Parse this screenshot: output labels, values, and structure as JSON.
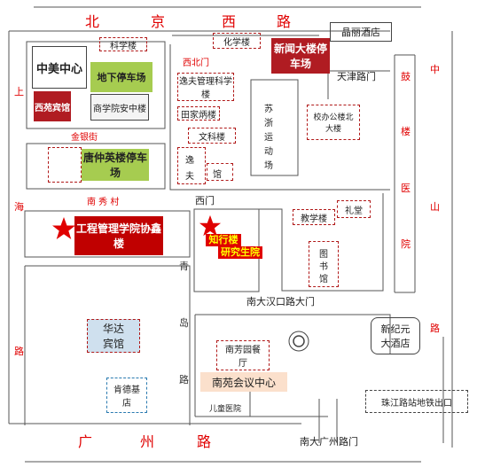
{
  "roads": {
    "north": [
      "北",
      "京",
      "西",
      "路"
    ],
    "south": [
      "广",
      "州",
      "路"
    ],
    "west": [
      "上",
      "海",
      "路"
    ],
    "east_shanghai": [
      "中",
      "山",
      "路"
    ],
    "gulou_hospital": [
      "鼓",
      "楼",
      "医",
      "院"
    ],
    "qingdao": [
      "青",
      "岛",
      "路"
    ],
    "jinyin": "金银街",
    "nanxiu": "南 秀 村",
    "tianjin": "天津路门",
    "xibeimen": "西北门",
    "ximen": "西门",
    "nandahankou": "南大汉口路大门",
    "nandaguangzhou": "南大广州路门"
  },
  "places": {
    "science_building": "科学楼",
    "chemistry_building": "化学楼",
    "jingli_hotel": "晶丽酒店",
    "zhongmei": "中美中心",
    "nanyuan_hotel": "西苑宾馆",
    "underground_parking": "地下停车场",
    "business_school": "商学院安中楼",
    "news_building": "新闻大楼停车场",
    "yifu_management": "逸夫管理科学楼",
    "tianjiabing": "田家炳楼",
    "wenke": "文科楼",
    "yifu_hall": [
      "逸",
      "夫",
      "馆"
    ],
    "suzhe_field": [
      "苏",
      "浙",
      "运",
      "动",
      "场"
    ],
    "admin_building": "校办公楼北大楼",
    "tangzhongying": "唐仲英楼停车场",
    "engineering_school": "工程管理学院协鑫楼",
    "zhixing_line1": "知行楼",
    "zhixing_line2": "研究生院",
    "teaching_building": "教学楼",
    "auditorium": "礼堂",
    "library": [
      "图",
      "书",
      "馆"
    ],
    "huada_hotel": "华达宾馆",
    "kendeji": "肯德基店",
    "nanfangyuan": "南芳园餐厅",
    "nanyuan_conference": "南苑会议中心",
    "children_hospital": "儿童医院",
    "xinjiyuan": "新纪元大酒店",
    "zhujiang_metro": "珠江路站地铁出口"
  },
  "colors": {
    "road_red": "#e00000",
    "green": "#a6cc50",
    "dark_red": "#b01c22",
    "engineering_red": "#c00000",
    "star": "#e00000",
    "zhixing_bg": "#e00000",
    "zhixing_text": "#ffff00",
    "conference_bg": "#fbe0cc",
    "huada_bg": "#cfe0ee"
  },
  "icons": {
    "star": "star-icon",
    "roundabout": "roundabout-icon"
  }
}
